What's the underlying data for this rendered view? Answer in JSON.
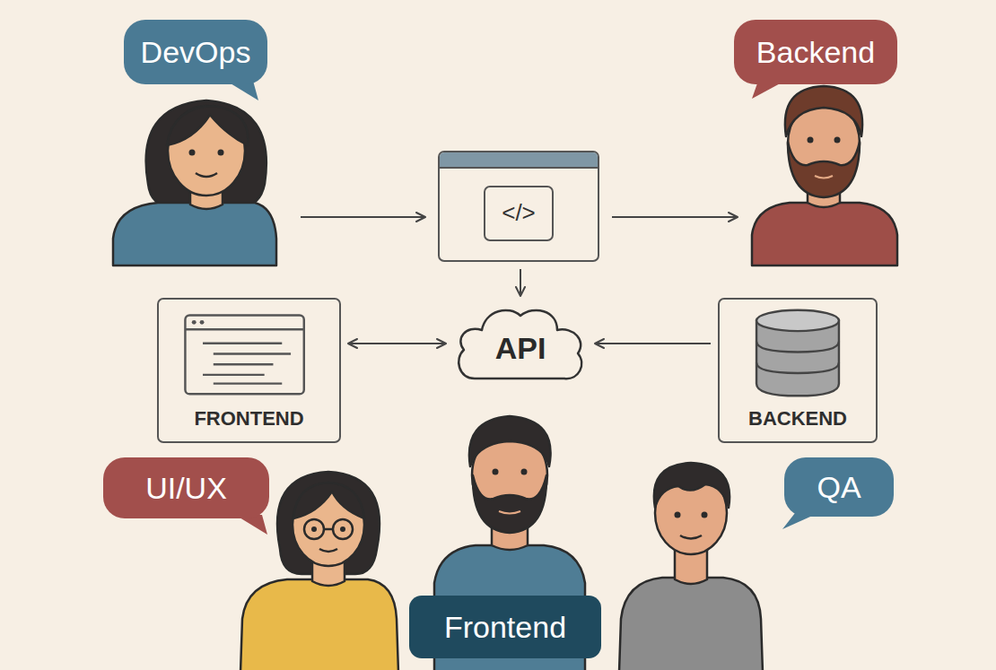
{
  "diagram": {
    "nodes": [
      {
        "text": [
          "DevOps"
        ]
      },
      {
        "text": [
          "Backend"
        ]
      },
      {
        "text": [
          "</>"
        ]
      },
      {
        "text": [
          "FRONTEND"
        ]
      },
      {
        "text": [
          "API"
        ]
      },
      {
        "text": [
          "BACKEND"
        ]
      },
      {
        "text": [
          "UI/UX"
        ]
      },
      {
        "text": [
          "QA"
        ]
      },
      {
        "text": [
          "Frontend"
        ]
      }
    ],
    "edges": [
      {
        "from": 2,
        "to": 4,
        "arrow": "to"
      },
      {
        "from": 3,
        "to": 4,
        "arrow": "both"
      },
      {
        "from": 5,
        "to": 4,
        "arrow": "to"
      }
    ]
  }
}
